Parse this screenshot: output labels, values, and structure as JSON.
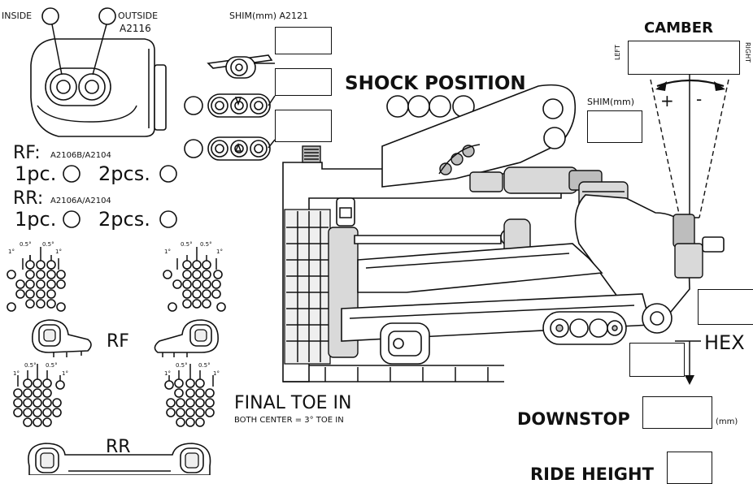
{
  "inside": {
    "label": "INSIDE"
  },
  "outside": {
    "label": "OUTSIDE",
    "part": "A2116"
  },
  "shim_top": {
    "label": "SHIM(mm) A2121"
  },
  "shock_position": {
    "label": "SHOCK POSITION"
  },
  "camber": {
    "title": "CAMBER",
    "left": "LEFT",
    "right": "RIGHT",
    "plus": "+",
    "minus": "-"
  },
  "shim_right": {
    "label": "SHIM(mm)"
  },
  "rf": {
    "label": "RF:",
    "part": "A2106B/A2104",
    "one": "1pc.",
    "two": "2pcs."
  },
  "rr": {
    "label": "RR:",
    "part": "A2106A/A2104",
    "one": "1pc.",
    "two": "2pcs."
  },
  "toe_angles": {
    "a1": "1°",
    "a05": "0.5°"
  },
  "plate_labels": {
    "rf": "RF",
    "rr": "RR"
  },
  "final_toe": {
    "title": "FINAL TOE IN",
    "note": "BOTH CENTER = 3° TOE IN"
  },
  "hex": {
    "label": "HEX"
  },
  "downstop": {
    "label": "DOWNSTOP",
    "unit": "(mm)"
  },
  "ride_height": {
    "label": "RIDE HEIGHT"
  }
}
